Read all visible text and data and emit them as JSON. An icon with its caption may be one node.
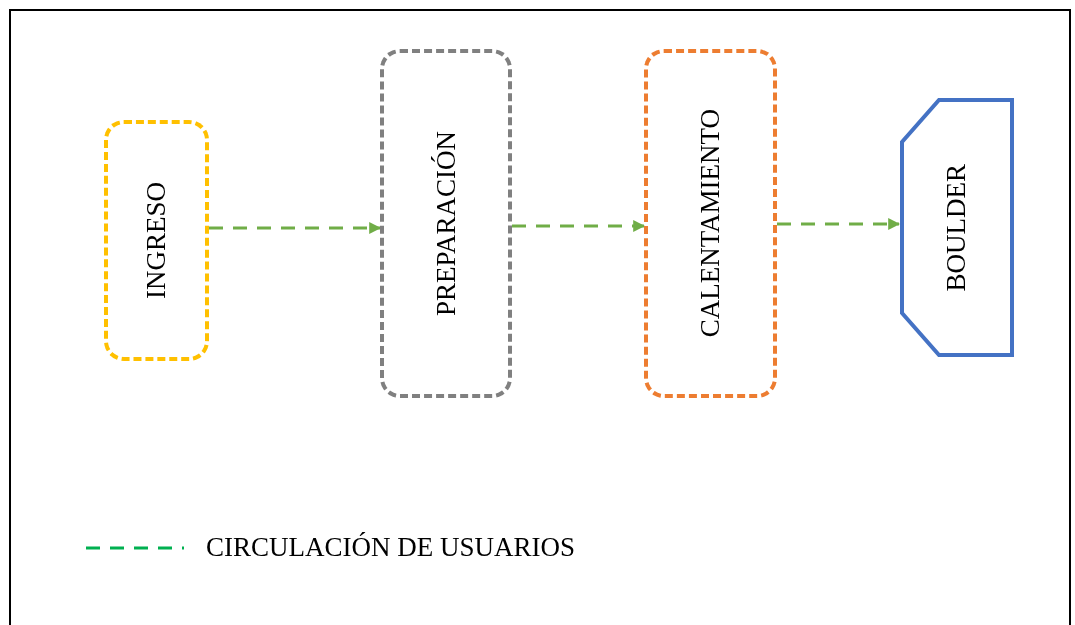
{
  "diagram": {
    "nodes": [
      {
        "text": [
          "INGRESO"
        ]
      },
      {
        "text": [
          "PREPARACIÓN"
        ]
      },
      {
        "text": [
          "CALENTAMIENTO"
        ]
      },
      {
        "text": [
          "BOULDER"
        ]
      }
    ],
    "edges": [
      {
        "from": 0,
        "to": 1,
        "arrow": "to",
        "style": "dashed"
      },
      {
        "from": 1,
        "to": 2,
        "arrow": "to",
        "style": "dashed"
      },
      {
        "from": 2,
        "to": 3,
        "arrow": "to",
        "style": "dashed"
      }
    ],
    "legend": [
      {
        "text": "CIRCULACIÓN DE USUARIOS",
        "color": "#00b050"
      }
    ]
  }
}
